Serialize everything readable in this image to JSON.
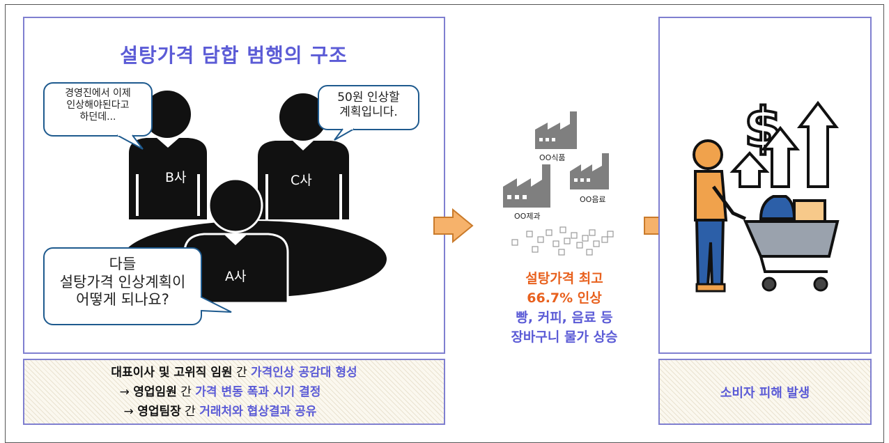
{
  "title": "설탕가격 담합 범행의 구조",
  "bubbles": {
    "b_company": {
      "lines": [
        "경영진에서 이제",
        "인상해야된다고",
        "하던데..."
      ]
    },
    "c_company": {
      "lines": [
        "50원  인상할",
        "계획입니다."
      ]
    },
    "a_company": {
      "lines": [
        "다들",
        "설탕가격 인상계획이",
        "어떻게 되나요?"
      ]
    }
  },
  "people": {
    "b": "B사",
    "c": "C사",
    "a": "A사"
  },
  "factories": {
    "food": "OO식품",
    "confectionery": "OO제과",
    "beverage": "OO음료"
  },
  "middle_text": {
    "line1": "설탕가격 최고",
    "line2": "66.7% 인상",
    "line3": "빵, 커피, 음료 등",
    "line4": "장바구니 물가 상승",
    "color_orange": "#e8611e",
    "color_purple": "#5b5bd6"
  },
  "process": {
    "row1_a": "대표이사 및 고위직 임원",
    "row1_b": " 간 ",
    "row1_c": "가격인상 공감대 형성",
    "row2_arrow": "→ ",
    "row2_a": "영업임원",
    "row2_b": " 간 ",
    "row2_c": "가격 변동 폭과 시기 결정",
    "row3_arrow": "→ ",
    "row3_a": "영업팀장",
    "row3_b": " 간 ",
    "row3_c": "거래처와 협상결과 공유"
  },
  "consumer_damage": "소비자 피해 발생",
  "colors": {
    "panel_border": "#7f7fd0",
    "bubble_border": "#1e5a8e",
    "arrow_fill": "#f6b26b",
    "arrow_stroke": "#c97a2a",
    "factory_gray": "#7f7f7f"
  }
}
